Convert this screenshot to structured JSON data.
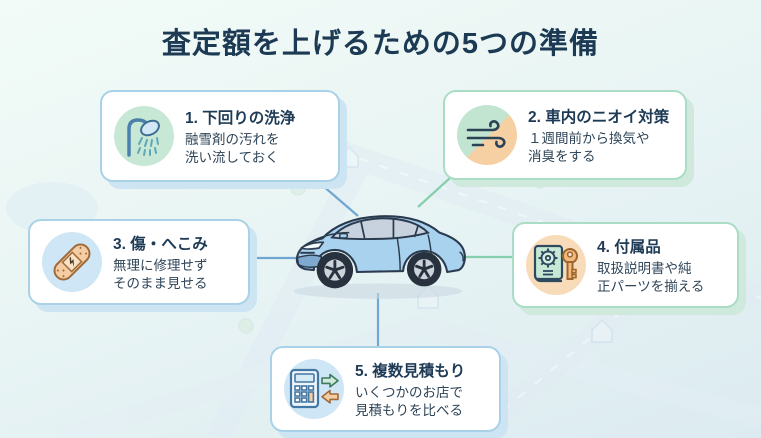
{
  "title": "査定額を上げるための5つの準備",
  "cards": [
    {
      "title": "1. 下回りの洗浄",
      "body_lines": [
        "融雪剤の汚れを",
        "洗い流しておく"
      ],
      "icon": "shower-icon",
      "accent": "blue"
    },
    {
      "title": "2. 車内のニオイ対策",
      "body_lines": [
        "１週間前から換気や",
        "消臭をする"
      ],
      "icon": "wind-icon",
      "accent": "green"
    },
    {
      "title": "3. 傷・へこみ",
      "body_lines": [
        "無理に修理せず",
        "そのまま見せる"
      ],
      "icon": "bandage-icon",
      "accent": "blue"
    },
    {
      "title": "4. 付属品",
      "body_lines": [
        "取扱説明書や純",
        "正パーツを揃える"
      ],
      "icon": "book-key-icon",
      "accent": "green"
    },
    {
      "title": "5. 複数見積もり",
      "body_lines": [
        "いくつかのお店で",
        "見積もりを比べる"
      ],
      "icon": "calculator-icon",
      "accent": "blue"
    }
  ],
  "center_illustration": "light-blue-sedan-car",
  "background_theme": "faint-street-map",
  "colors": {
    "title_text": "#1c3a54",
    "body_text": "#2f4558",
    "card_border_blue": "#a9d2e8",
    "card_border_green": "#abdcc5",
    "card_shadow_blue": "#cde4f2",
    "card_shadow_green": "#cfe9dc",
    "connector_blue": "#6fa7d2",
    "connector_green": "#85cfac",
    "icon_circle_mint": "#c8e8d6",
    "icon_circle_blue": "#cfe6f6",
    "icon_circle_peach": "#f8dcba",
    "car_body": "#a9d2ef",
    "background_top": "#f2fbf7",
    "background_bottom": "#dcebf1"
  }
}
